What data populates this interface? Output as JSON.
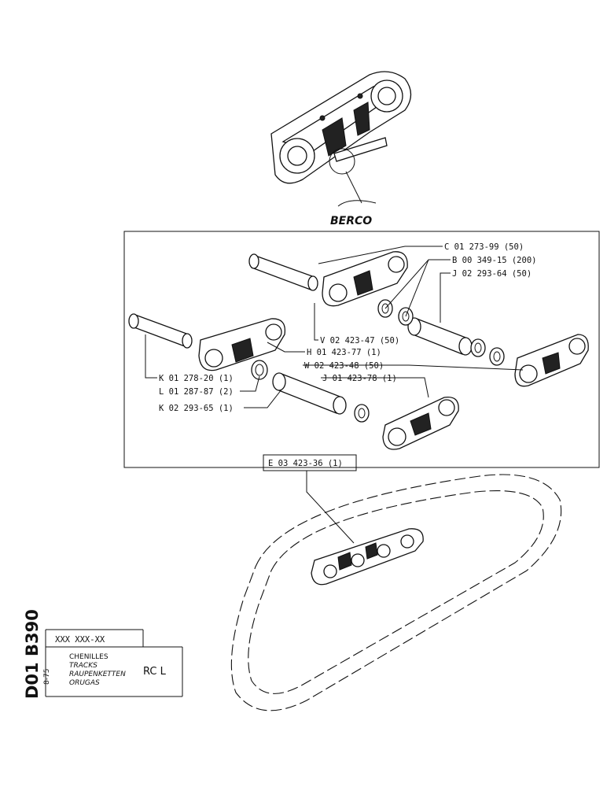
{
  "brand": {
    "logo_text": "BERCO"
  },
  "assembly_label": "E 03 423-36 (1)",
  "callouts": [
    {
      "id": "C",
      "text": "C 01 273-99 (50)"
    },
    {
      "id": "B",
      "text": "B 00 349-15 (200)"
    },
    {
      "id": "J2",
      "text": "J 02 293-64 (50)"
    },
    {
      "id": "V",
      "text": "V 02 423-47 (50)"
    },
    {
      "id": "H",
      "text": "H 01 423-77 (1)"
    },
    {
      "id": "W",
      "text": "W 02 423-48 (50)"
    },
    {
      "id": "J1",
      "text": "J 01 423-78 (1)"
    },
    {
      "id": "K1",
      "text": "K 01 278-20 (1)"
    },
    {
      "id": "L",
      "text": "L 01 287-87 (2)"
    },
    {
      "id": "K2",
      "text": "K 02 293-65 (1)"
    }
  ],
  "title_block": {
    "vertical_code": "D01 B390",
    "date": "8-75",
    "part_number": "XXX XXX-XX",
    "titles": [
      "CHENILLES",
      "TRACKS",
      "RAUPENKETTEN",
      "ORUGAS"
    ],
    "model": "RC L"
  }
}
